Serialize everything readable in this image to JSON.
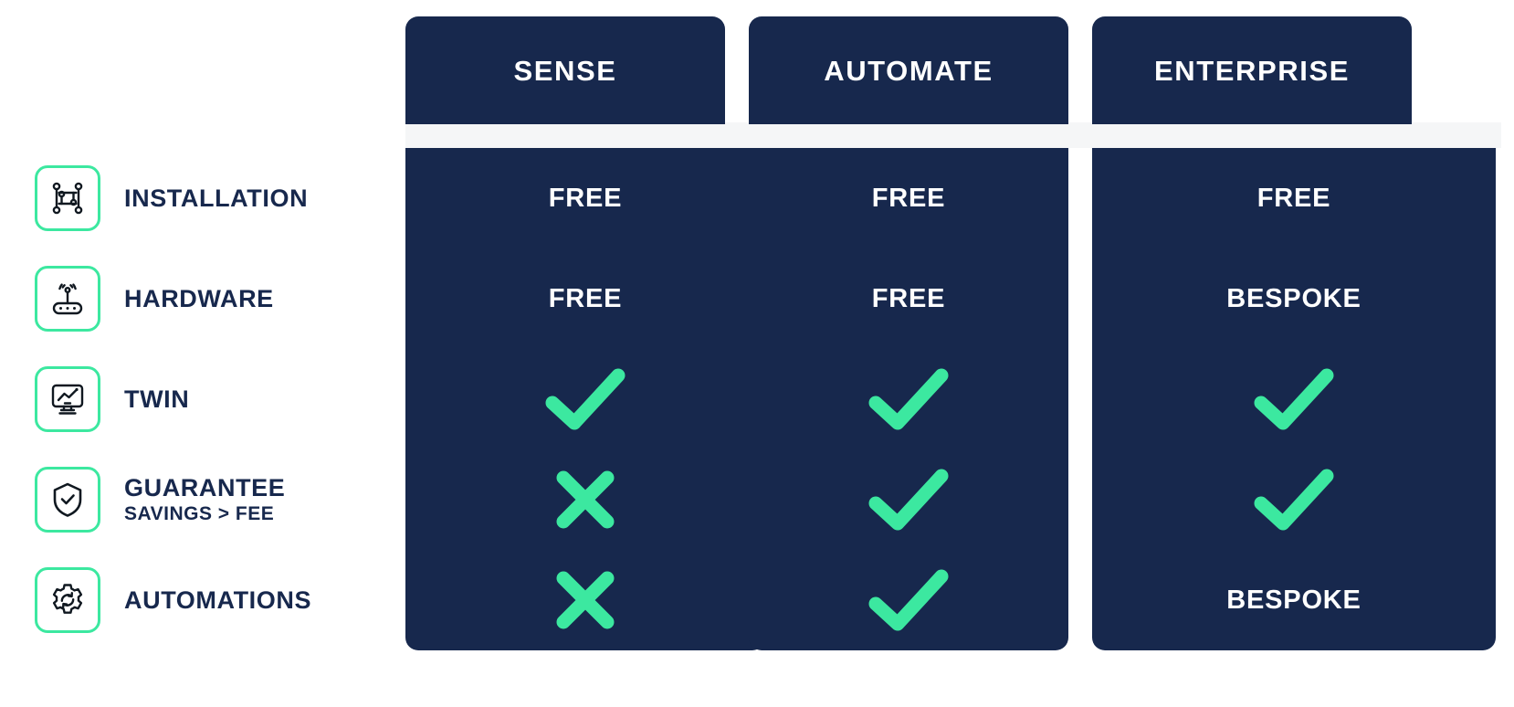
{
  "theme": {
    "navy": "#17284d",
    "mint": "#3ce8a0",
    "white": "#ffffff",
    "band_gray": "#f5f6f7"
  },
  "plans": [
    {
      "name": "SENSE"
    },
    {
      "name": "AUTOMATE"
    },
    {
      "name": "ENTERPRISE"
    }
  ],
  "features": [
    {
      "title": "INSTALLATION",
      "subtitle": "",
      "icon": "network-nodes-icon",
      "values": [
        "FREE",
        "FREE",
        "FREE"
      ]
    },
    {
      "title": "HARDWARE",
      "subtitle": "",
      "icon": "router-icon",
      "values": [
        "FREE",
        "FREE",
        "BESPOKE"
      ]
    },
    {
      "title": "TWIN",
      "subtitle": "",
      "icon": "monitor-chart-icon",
      "values": [
        "check",
        "check",
        "check"
      ]
    },
    {
      "title": "GUARANTEE",
      "subtitle": "SAVINGS > FEE",
      "icon": "shield-check-icon",
      "values": [
        "cross",
        "check",
        "check"
      ]
    },
    {
      "title": "AUTOMATIONS",
      "subtitle": "",
      "icon": "gear-refresh-icon",
      "values": [
        "cross",
        "check",
        "BESPOKE"
      ]
    }
  ]
}
